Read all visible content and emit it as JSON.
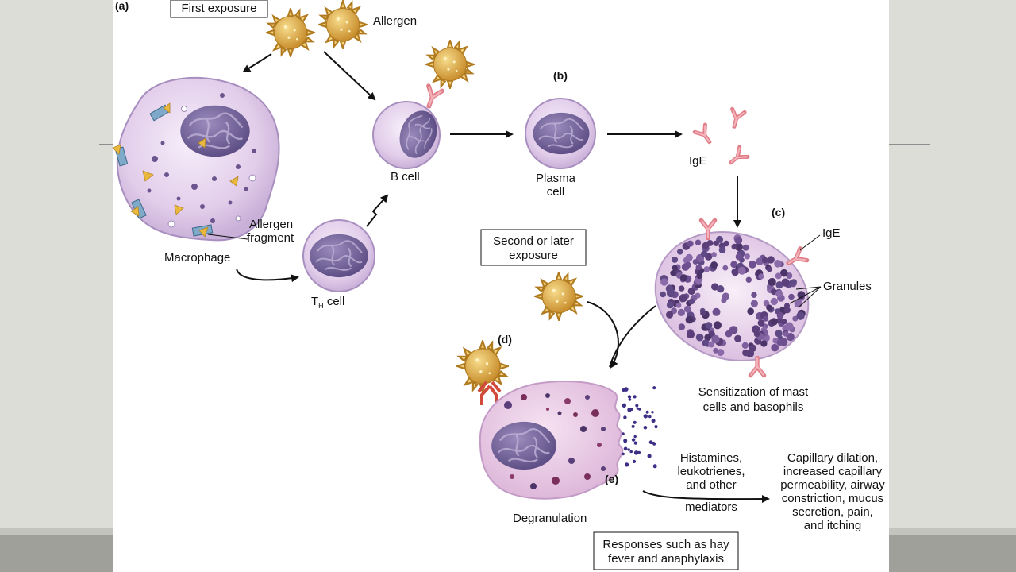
{
  "labels": {
    "panel_a": "(a)",
    "panel_b": "(b)",
    "panel_c": "(c)",
    "panel_d": "(d)",
    "panel_e": "(e)",
    "first_exposure": "First exposure",
    "allergen": "Allergen",
    "macrophage": "Macrophage",
    "allergen_fragment_1": "Allergen",
    "allergen_fragment_2": "fragment",
    "b_cell": "B cell",
    "th_cell_main": "T",
    "th_cell_sub": "H",
    "th_cell_rest": " cell",
    "plasma_cell_1": "Plasma",
    "plasma_cell_2": "cell",
    "ige": "IgE",
    "ige_mast": "IgE",
    "granules": "Granules",
    "second_exposure_1": "Second or later",
    "second_exposure_2": "exposure",
    "sensitization_1": "Sensitization of mast",
    "sensitization_2": "cells and basophils",
    "degranulation": "Degranulation",
    "mediators_1": "Histamines,",
    "mediators_2": "leukotrienes,",
    "mediators_3": "and other",
    "mediators_4": "mediators",
    "effects_1": "Capillary dilation,",
    "effects_2": "increased capillary",
    "effects_3": "permeability, airway",
    "effects_4": "constriction, mucus",
    "effects_5": "secretion, pain,",
    "effects_6": "and itching",
    "responses_1": "Responses such as hay",
    "responses_2": "fever and anaphylaxis"
  },
  "colors": {
    "cell_fill": "#e6d3ec",
    "nucleus": "#7a6a9e",
    "allergen": "#e3b451",
    "receptor": "#e88a93",
    "granule": "#6a4d86",
    "mast_fill": "#ead6ee"
  }
}
